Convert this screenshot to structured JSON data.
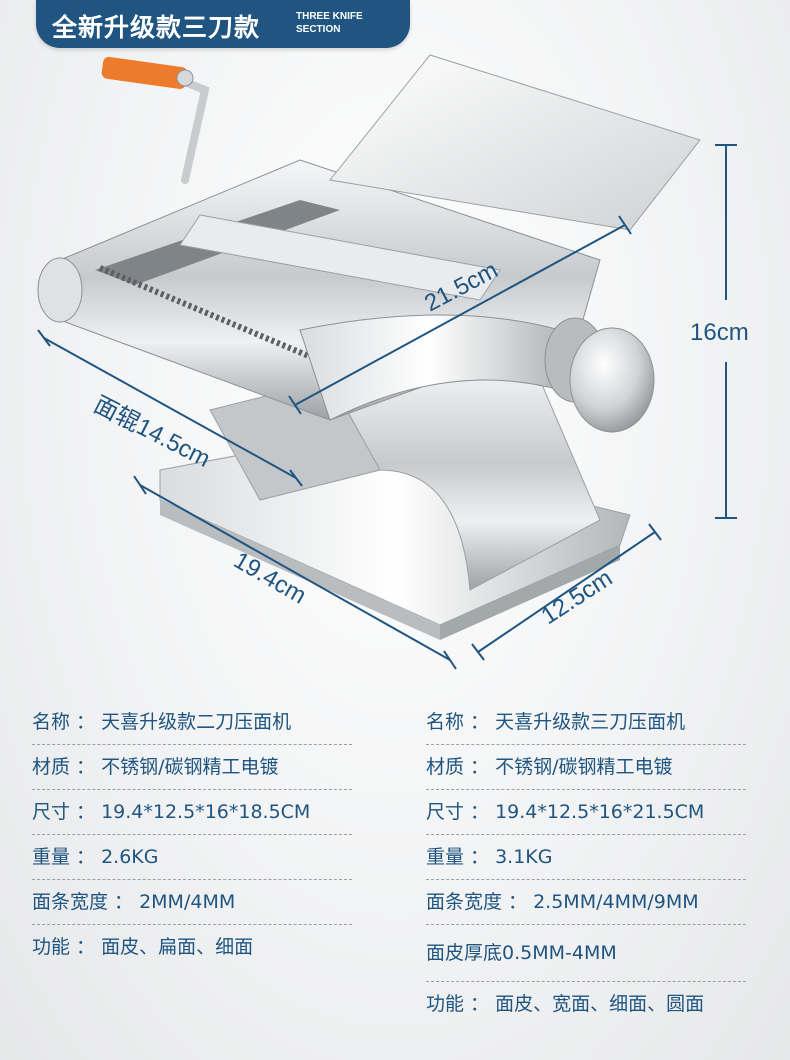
{
  "badge": {
    "title": "全新升级款三刀款",
    "subtitle_line1": "THREE KNIFE",
    "subtitle_line2": "SECTION",
    "color": "#1f5580"
  },
  "dimensions": {
    "length": "21.5cm",
    "height": "16cm",
    "roller": "面辊14.5cm",
    "base_width": "19.4cm",
    "base_depth": "12.5cm"
  },
  "specs_left": [
    "名称 ： 天喜升级款二刀压面机",
    "材质 ： 不锈钢/碳钢精工电镀",
    "尺寸 ： 19.4*12.5*16*18.5CM",
    "重量 ： 2.6KG",
    "面条宽度 ： 2MM/4MM",
    "功能 ： 面皮、扁面、细面"
  ],
  "specs_right": [
    "名称 ： 天喜升级款三刀压面机",
    "材质 ： 不锈钢/碳钢精工电镀",
    "尺寸 ： 19.4*12.5*16*21.5CM",
    "重量 ： 3.1KG",
    "面条宽度 ： 2.5MM/4MM/9MM",
    "面皮厚底0.5MM-4MM",
    "功能 ： 面皮、宽面、细面、圆面"
  ]
}
